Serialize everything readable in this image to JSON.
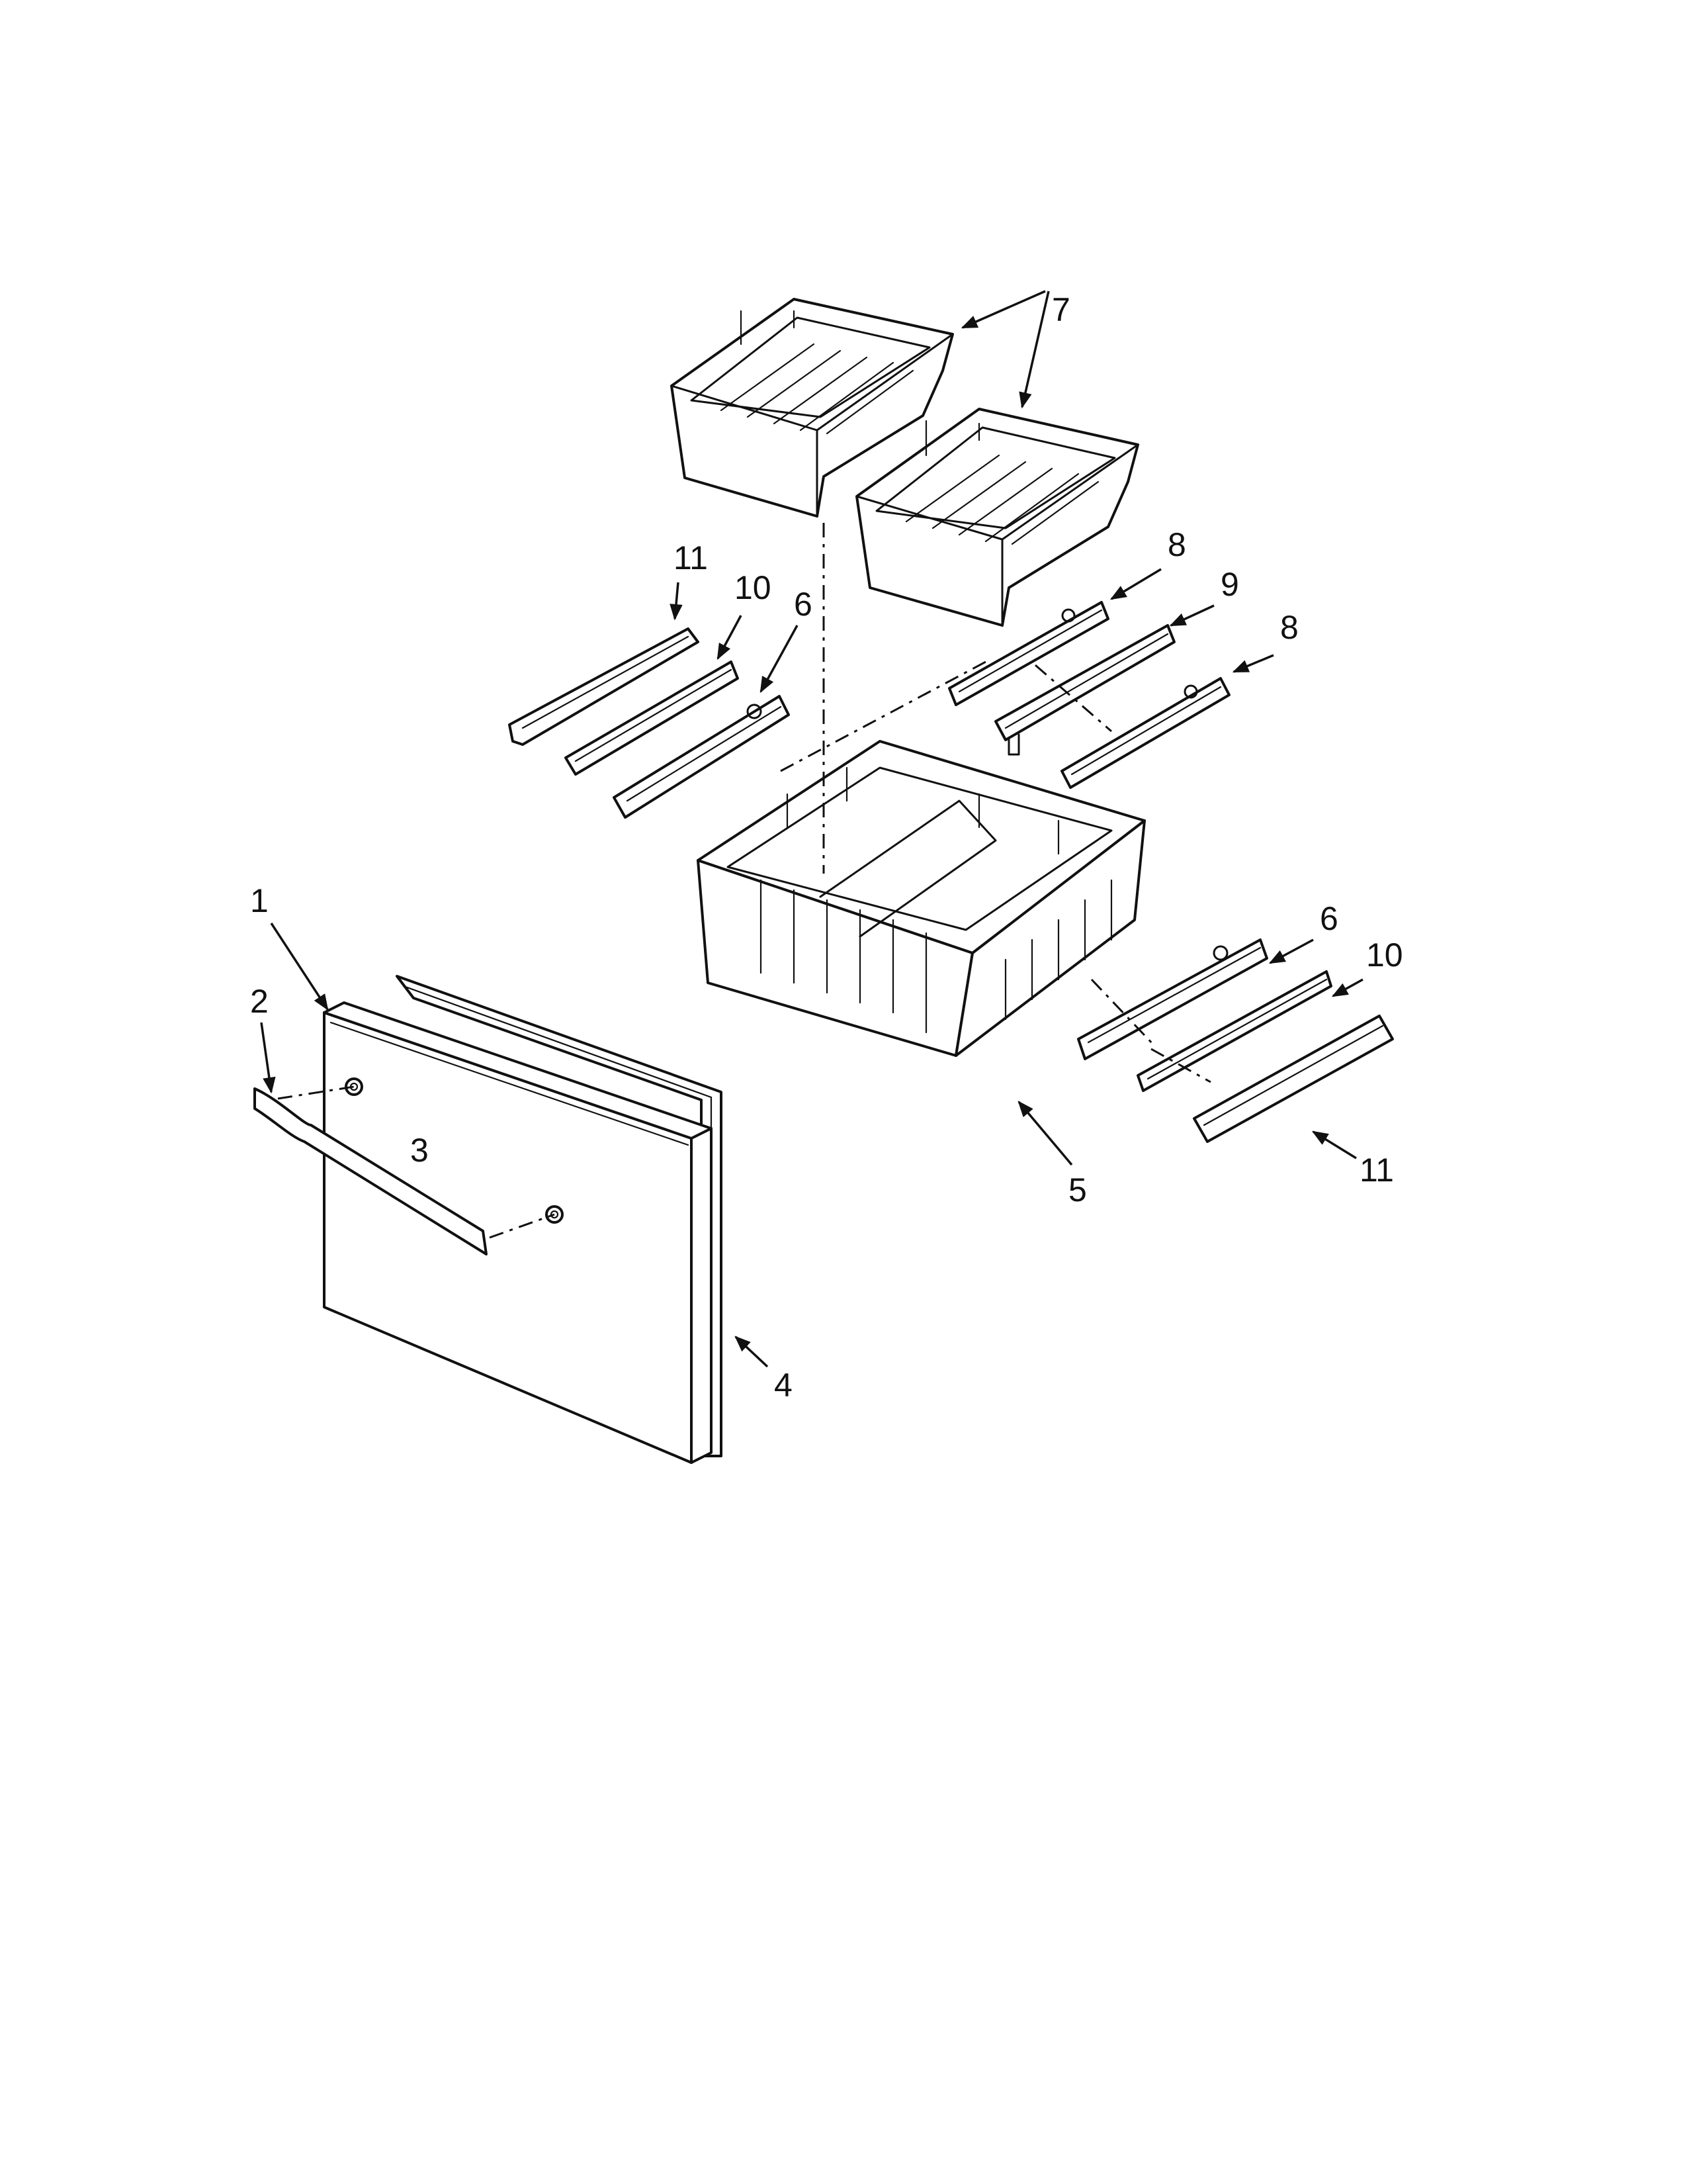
{
  "callouts": {
    "c1": "1",
    "c2": "2",
    "c3": "3",
    "c4": "4",
    "c5": "5",
    "c6_top": "6",
    "c6_bottom": "6",
    "c7": "7",
    "c8_top": "8",
    "c8_bottom": "8",
    "c9": "9",
    "c10_top": "10",
    "c10_bottom": "10",
    "c11_top": "11",
    "c11_bottom": "11"
  },
  "colors": {
    "line": "#111111",
    "background": "#ffffff"
  }
}
